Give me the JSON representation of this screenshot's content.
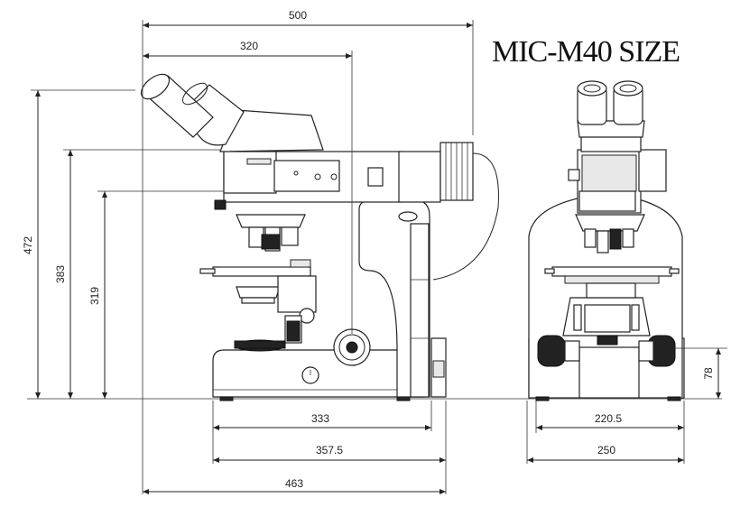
{
  "title": "MIC-M40 SIZE",
  "dimensions": {
    "side_total_width": "500",
    "side_eyepiece_width": "320",
    "side_total_height": "472",
    "side_eyepiece_height": "383",
    "side_stage_height": "319",
    "base_width": "333",
    "base_stage_width": "357.5",
    "base_total_depth": "463",
    "front_inner_width": "220.5",
    "front_total_width": "250",
    "front_knob_height": "78"
  }
}
